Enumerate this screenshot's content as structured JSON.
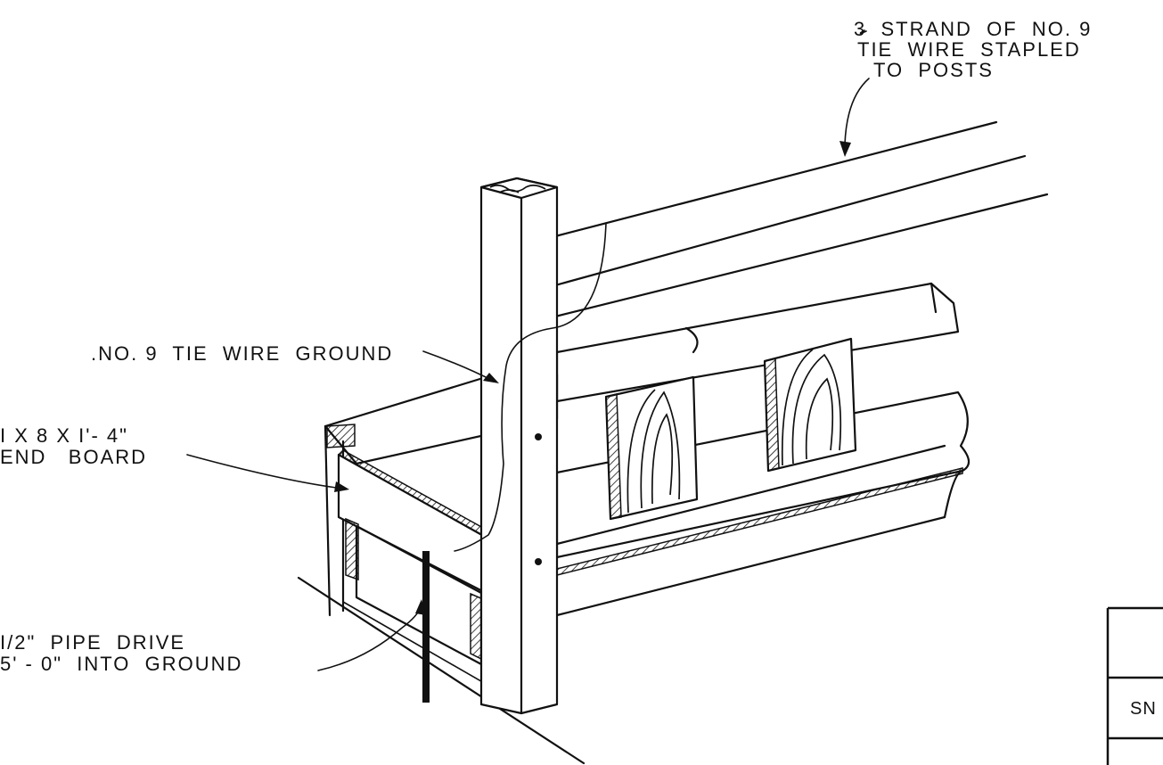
{
  "labels": {
    "tie_wire_line1": "3  STRAND  OF  NO. 9",
    "tie_wire_line2": "TIE  WIRE  STAPLED",
    "tie_wire_line3": "TO  POSTS",
    "ground_wire": ".NO. 9  TIE  WIRE  GROUND",
    "end_board_line1": "I x 8 x I'- 4\"",
    "end_board_line2": "END   BOARD",
    "pipe_line1": "I/2\"  PIPE  DRIVE",
    "pipe_line2": "5' - 0\"  INTO  GROUND"
  },
  "title_block": {
    "row2_partial_text": "SN"
  },
  "colors": {
    "ink": "#111111",
    "paper": "#ffffff"
  }
}
